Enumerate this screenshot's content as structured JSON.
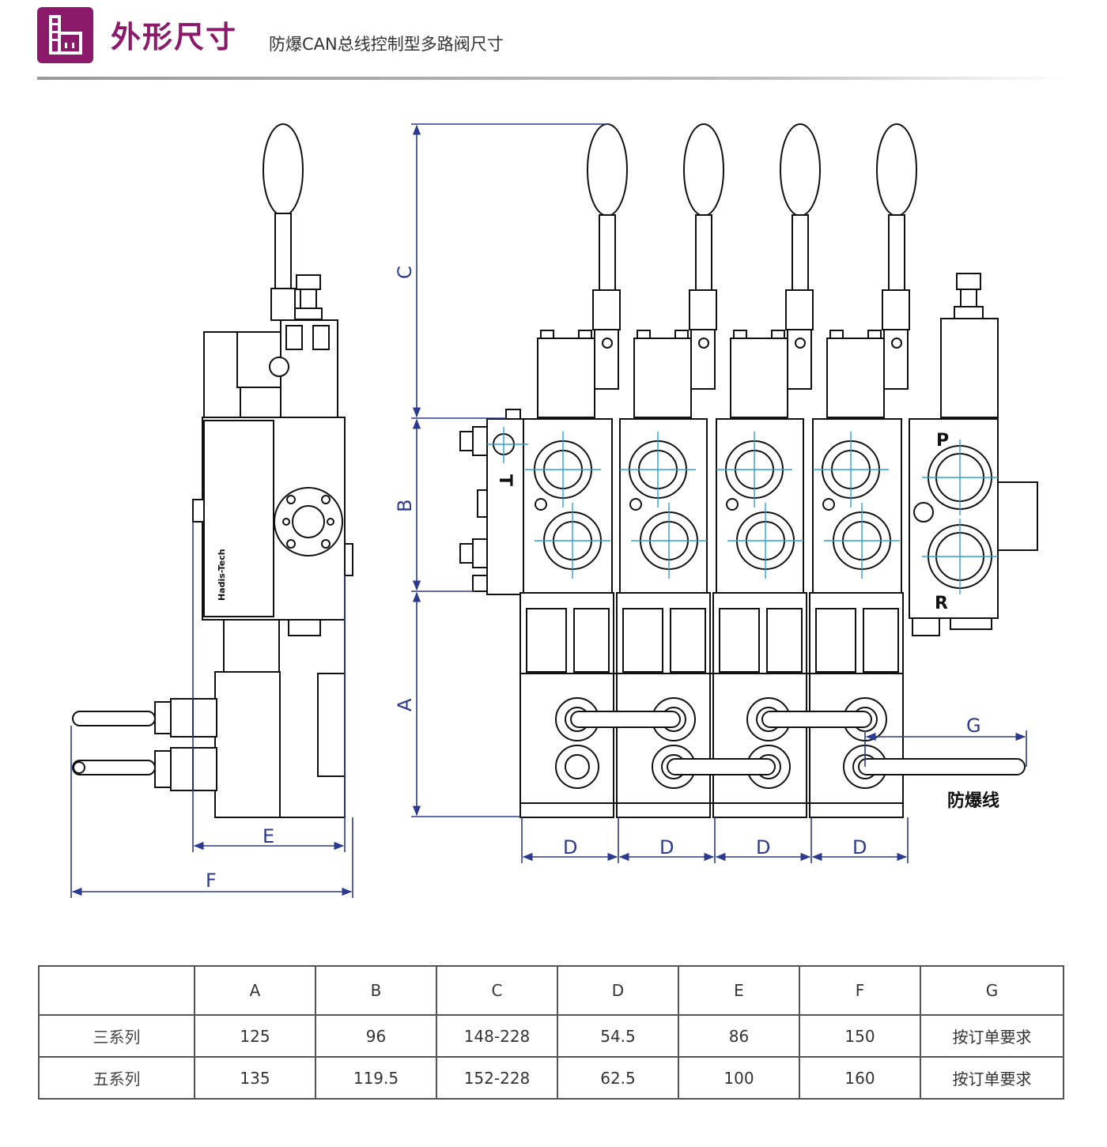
{
  "header": {
    "title": "外形尺寸",
    "subtitle": "防爆CAN总线控制型多路阀尺寸"
  },
  "drawing": {
    "labels": {
      "A": "A",
      "B": "B",
      "C": "C",
      "D": "D",
      "E": "E",
      "F": "F",
      "G": "G",
      "port_p": "P",
      "port_r": "R",
      "port_t": "T"
    },
    "cable_note": "防爆线",
    "brand_text": "Hadis-Tech"
  },
  "table": {
    "columns": [
      "",
      "A",
      "B",
      "C",
      "D",
      "E",
      "F",
      "G"
    ],
    "rows": [
      {
        "name": "三系列",
        "values": [
          "125",
          "96",
          "148-228",
          "54.5",
          "86",
          "150",
          "按订单要求"
        ]
      },
      {
        "name": "五系列",
        "values": [
          "135",
          "119.5",
          "152-228",
          "62.5",
          "100",
          "160",
          "按订单要求"
        ]
      }
    ]
  },
  "colors": {
    "brand": "#8b1a6b",
    "dimension": "#2b3a8f",
    "centerline": "#2aa0d8",
    "outline": "#111111"
  }
}
